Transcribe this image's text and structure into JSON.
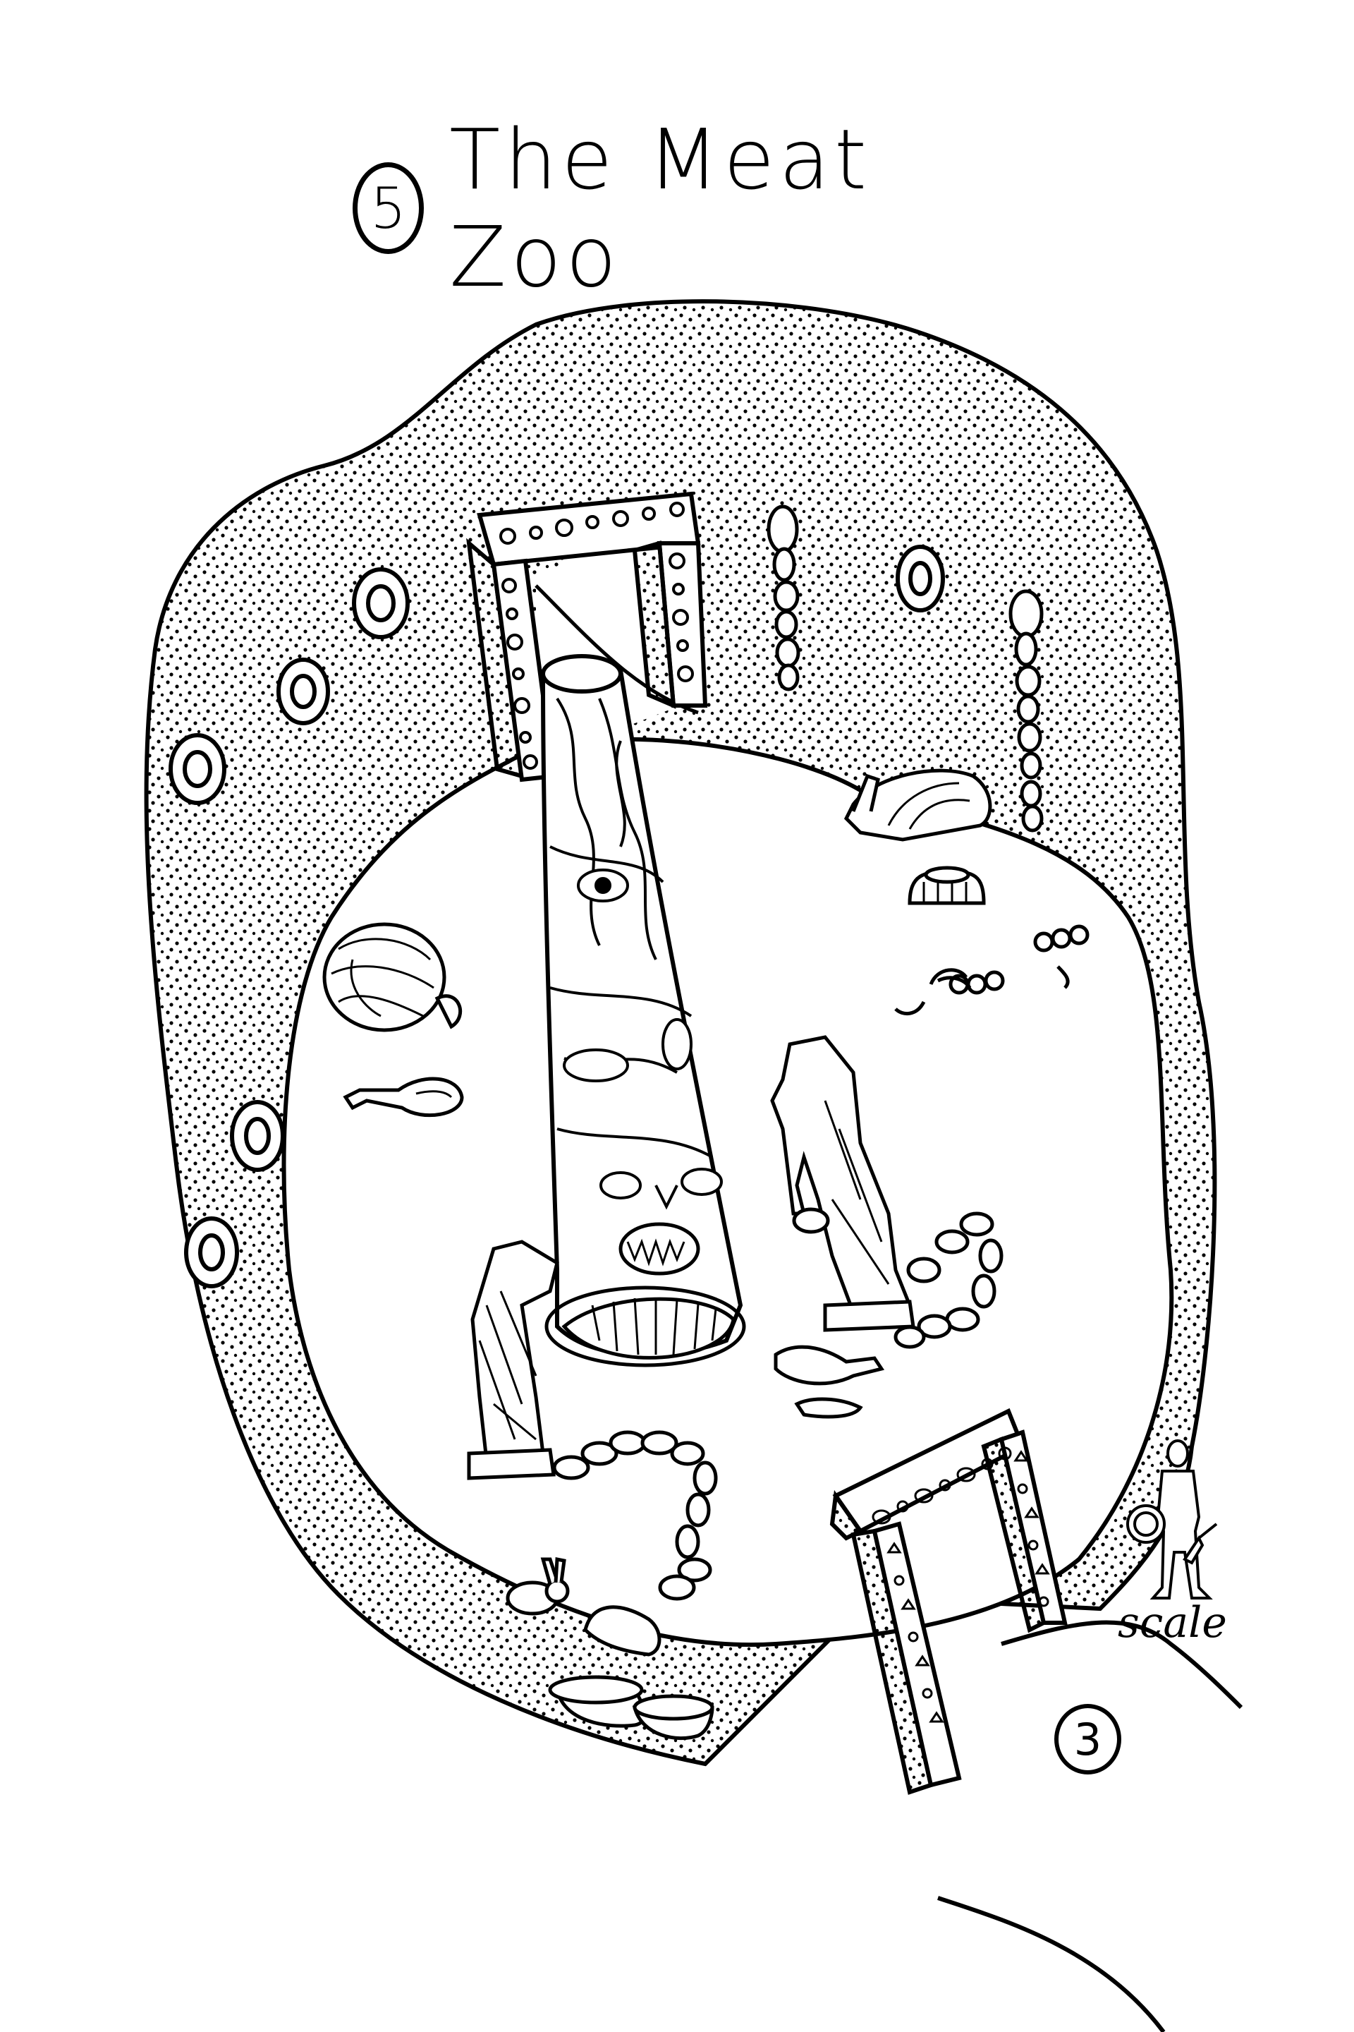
{
  "title": {
    "room_number": "5",
    "name": "The Meat Zoo"
  },
  "labels": {
    "scale": "scale",
    "adjacent_room": "3"
  },
  "features": [
    {
      "name": "cavern-wall",
      "shading": "stipple"
    },
    {
      "name": "north-stone-doorway",
      "decoration": "studded circles"
    },
    {
      "name": "south-stone-doorway",
      "decoration": "hoofprint carvings",
      "leads_to": "3"
    },
    {
      "name": "flesh-tower",
      "description": "tall conical tower of meat with eyes, fanged mouths and a giant toothed maw at base"
    },
    {
      "name": "wall-rings",
      "count": 6
    },
    {
      "name": "hanging-chains",
      "count": 2
    },
    {
      "name": "meat-horse-statue"
    },
    {
      "name": "meat-hound-statue"
    },
    {
      "name": "curled-meat-creature"
    },
    {
      "name": "drumstick"
    },
    {
      "name": "bowls",
      "count": 3
    },
    {
      "name": "rabbit"
    },
    {
      "name": "sausage-chains"
    },
    {
      "name": "scale-figure",
      "description": "warrior with shield and axe"
    }
  ],
  "colors": {
    "ink": "#000000",
    "paper": "#ffffff"
  }
}
